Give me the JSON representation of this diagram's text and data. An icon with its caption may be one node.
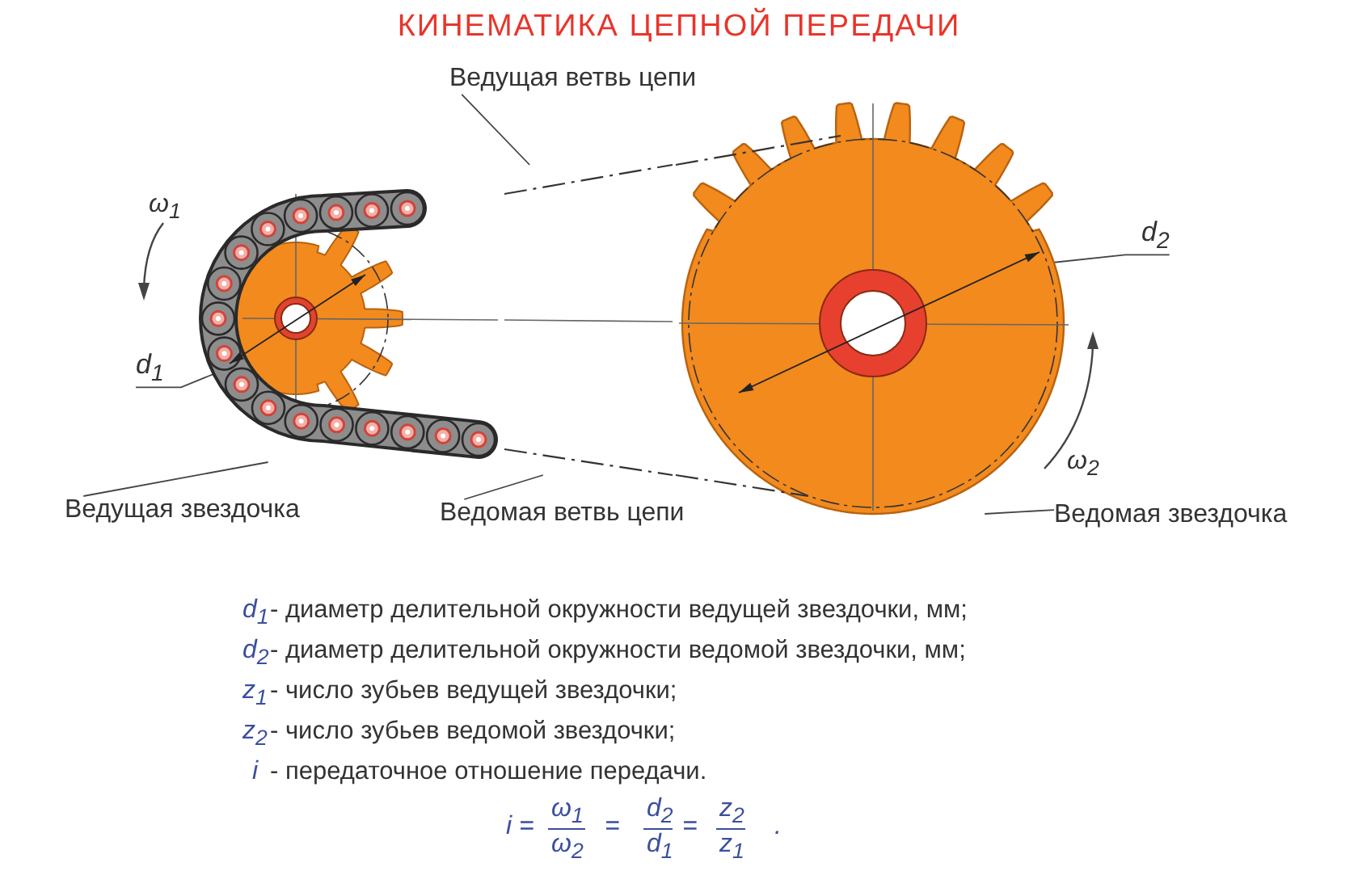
{
  "diagram": {
    "title": "КИНЕМАТИКА ЦЕПНОЙ ПЕРЕДАЧИ",
    "nodes": [
      {
        "text": [],
        "shape": "picture",
        "beside": [
          "ω$_{1}$"
        ]
      },
      {
        "text": [],
        "shape": "picture",
        "beside": [
          "ω$_{2}$"
        ]
      },
      {
        "text": [
          "Ведущая ветвь цепи"
        ]
      },
      {
        "text": [
          "Ведомая ветвь цепи"
        ]
      },
      {
        "text": [
          "Ведущая звездочка"
        ]
      },
      {
        "text": [
          "Ведомая звездочка"
        ]
      },
      {
        "text": [
          "d$_{1}$"
        ]
      },
      {
        "text": [
          "d$_{2}$"
        ]
      },
      {
        "text": [],
        "shape": "line"
      },
      {
        "text": [],
        "shape": "line"
      }
    ],
    "edges": [
      {
        "from": 2,
        "to": 8,
        "arrow": "none"
      },
      {
        "from": 3,
        "to": 9,
        "arrow": "none"
      },
      {
        "from": 4,
        "to": 0,
        "arrow": "none"
      },
      {
        "from": 5,
        "to": 1,
        "arrow": "none"
      },
      {
        "from": 6,
        "to": 0,
        "arrow": "none"
      },
      {
        "from": 7,
        "to": 1,
        "arrow": "none"
      }
    ],
    "labels": [
      "d$_{1}$",
      "- диаметр делительной окружности ведущей звездочки, мм;",
      "d$_{2}$",
      "- диаметр делительной окружности ведомой звездочки, мм;",
      "z$_{1}$",
      "- число зубьев ведущей звездочки;",
      "z$_{2}$",
      "- число зубьев ведомой звездочки;",
      "i",
      "- передаточное отношение передачи.",
      "i =",
      "ω$_{1}$",
      "ω$_{2}$",
      "=",
      "d$_{2}$",
      "d$_{1}$",
      "=",
      "z$_{2}$",
      "z$_{1}$",
      "."
    ]
  }
}
